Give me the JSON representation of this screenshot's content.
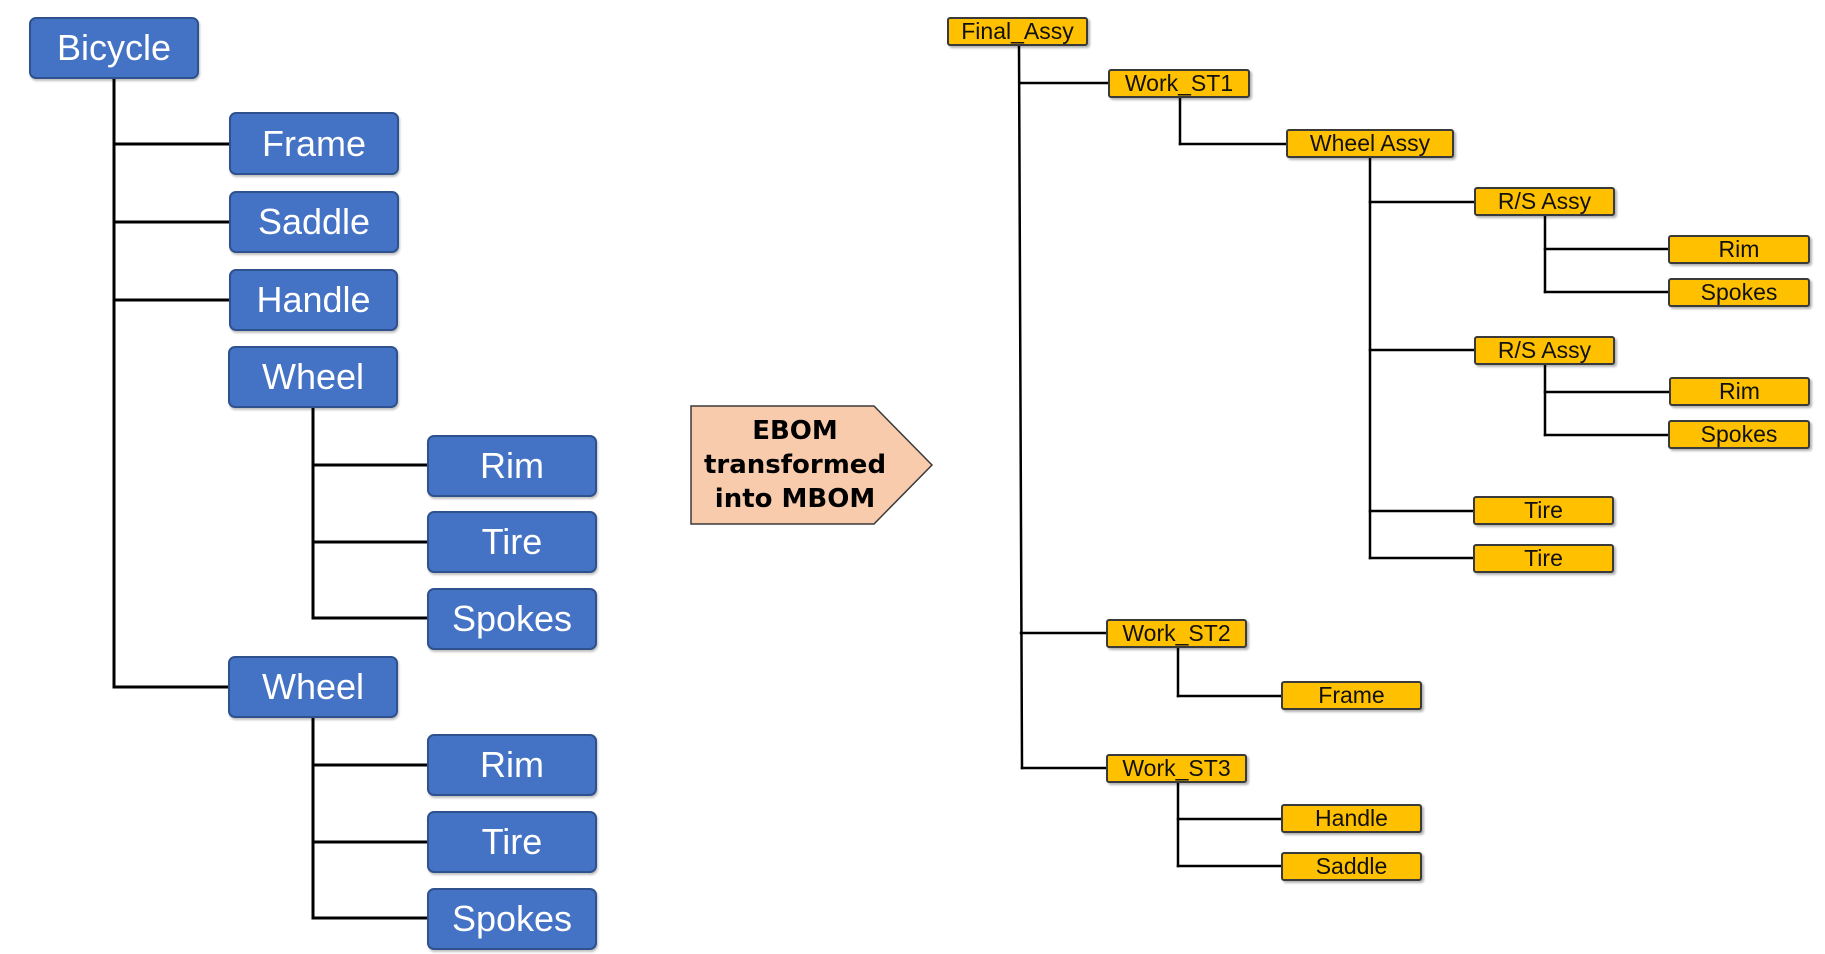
{
  "colors": {
    "ebom_fill": "#4472c4",
    "ebom_border": "#2f528f",
    "mbom_fill": "#ffc000",
    "arrow_fill": "#f8cbad"
  },
  "ebom": {
    "root": "Bicycle",
    "frame": "Frame",
    "saddle": "Saddle",
    "handle": "Handle",
    "wheel_1": "Wheel",
    "wheel_1_rim": "Rim",
    "wheel_1_tire": "Tire",
    "wheel_1_spokes": "Spokes",
    "wheel_2": "Wheel",
    "wheel_2_rim": "Rim",
    "wheel_2_tire": "Tire",
    "wheel_2_spokes": "Spokes"
  },
  "transform_arrow": {
    "label": "EBOM\ntransformed\ninto MBOM"
  },
  "mbom": {
    "final_assy": "Final_Assy",
    "work_st1": "Work_ST1",
    "wheel_assy": "Wheel Assy",
    "rs_assy_1": "R/S Assy",
    "rs_assy_1_rim": "Rim",
    "rs_assy_1_spokes": "Spokes",
    "rs_assy_2": "R/S Assy",
    "rs_assy_2_rim": "Rim",
    "rs_assy_2_spokes": "Spokes",
    "tire_1": "Tire",
    "tire_2": "Tire",
    "work_st2": "Work_ST2",
    "frame": "Frame",
    "work_st3": "Work_ST3",
    "handle": "Handle",
    "saddle": "Saddle"
  }
}
